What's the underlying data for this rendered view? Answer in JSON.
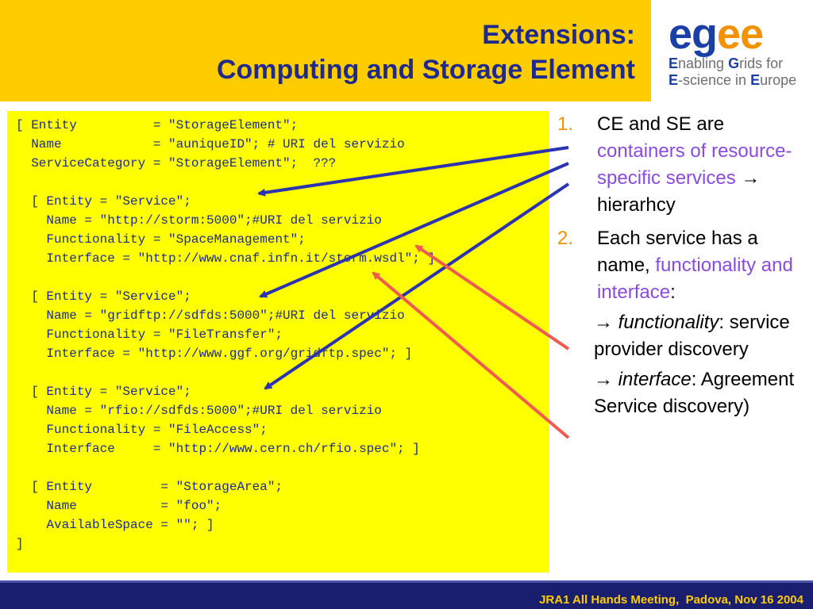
{
  "slide": {
    "title_line1": "Extensions:",
    "title_line2": "Computing and Storage Element"
  },
  "logo": {
    "word_part1": "eg",
    "word_part2": "ee",
    "tagline_line1": [
      {
        "t": "E",
        "bold": true
      },
      {
        "t": "nabling ",
        "bold": false
      },
      {
        "t": "G",
        "bold": true
      },
      {
        "t": "rids for",
        "bold": false
      }
    ],
    "tagline_line2": [
      {
        "t": "E",
        "bold": true
      },
      {
        "t": "-science in ",
        "bold": false
      },
      {
        "t": "E",
        "bold": true
      },
      {
        "t": "urope",
        "bold": false
      }
    ]
  },
  "code_lines": [
    "[ Entity          = \"StorageElement\";",
    "  Name            = \"auniqueID\"; # URI del servizio",
    "  ServiceCategory = \"StorageElement\";  ???",
    "",
    "  [ Entity = \"Service\";",
    "    Name = \"http://storm:5000\";#URI del servizio",
    "    Functionality = \"SpaceManagement\";",
    "    Interface = \"http://www.cnaf.infn.it/storm.wsdl\"; ]",
    "",
    "  [ Entity = \"Service\";",
    "    Name = \"gridftp://sdfds:5000\";#URI del servizio",
    "    Functionality = \"FileTransfer\";",
    "    Interface = \"http://www.ggf.org/gridftp.spec\"; ]",
    "",
    "  [ Entity = \"Service\";",
    "    Name = \"rfio://sdfds:5000\";#URI del servizio",
    "    Functionality = \"FileAccess\";",
    "    Interface     = \"http://www.cern.ch/rfio.spec\"; ]",
    "",
    "  [ Entity         = \"StorageArea\";",
    "    Name           = \"foo\";",
    "    AvailableSpace = \"\"; ]",
    "]"
  ],
  "bullets": {
    "item1": {
      "num": "1.",
      "text_a": "CE and SE are ",
      "highlight": "containers of resource-specific services",
      "arrow": " → ",
      "text_b": "hierarhcy"
    },
    "item2": {
      "num": "2.",
      "text_a": "Each service has a name, ",
      "highlight": "functionality and interface",
      "text_b": ":"
    },
    "sub1": {
      "arrow": "→ ",
      "term": "functionality",
      "rest": ": service provider discovery"
    },
    "sub2": {
      "arrow": "→ ",
      "term": "interface",
      "rest": ": Agreement Service discovery)"
    }
  },
  "footer": {
    "text": "JRA1 All Hands Meeting,  Padova, Nov 16 2004"
  },
  "colors": {
    "title_band": "#FFCC00",
    "title_text": "#1F2A8C",
    "code_background": "#FFFF00",
    "highlight_purple": "#8A4BE0",
    "bullet_number_orange": "#F39200",
    "blue_arrow": "#2B33B0",
    "red_arrow": "#F05A4F",
    "footer_background": "#1A1E6E",
    "footer_text": "#FFCC00"
  }
}
